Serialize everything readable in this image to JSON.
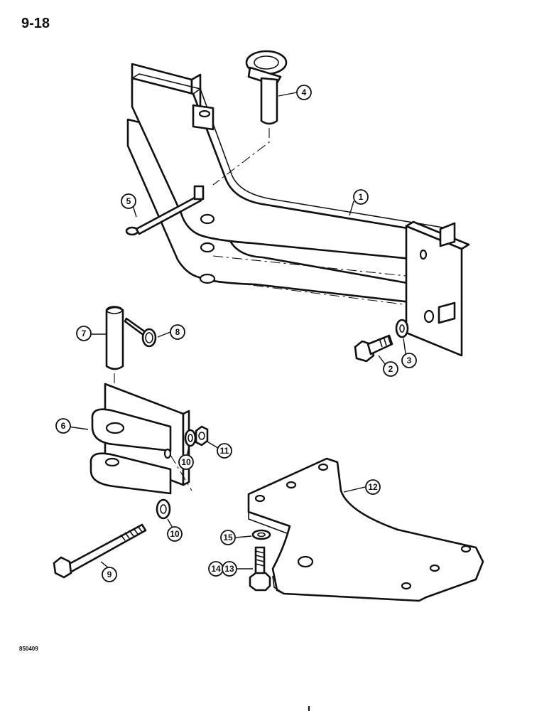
{
  "page_number": "9-18",
  "figure_code": "850409",
  "callouts": {
    "c1": "1",
    "c2": "2",
    "c3": "3",
    "c4": "4",
    "c5": "5",
    "c6": "6",
    "c7": "7",
    "c8": "8",
    "c9": "9",
    "c10a": "10",
    "c10b": "10",
    "c11": "11",
    "c12": "12",
    "c13": "13",
    "c14": "14",
    "c15": "15"
  }
}
